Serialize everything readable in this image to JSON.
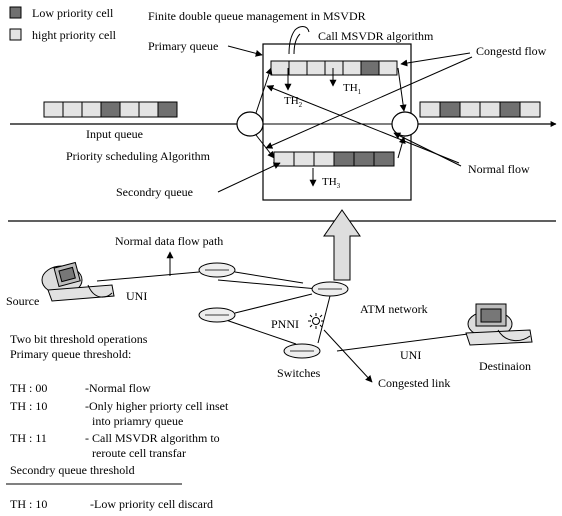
{
  "legend": {
    "low": {
      "label": "Low priority cell",
      "color": "#707070"
    },
    "high": {
      "label": "hight priority cell",
      "color": "#e4e4e4"
    }
  },
  "labels": {
    "title": "Finite double queue management in MSVDR",
    "call_algorithm": "Call MSVDR algorithm",
    "primary_queue": "Primary queue",
    "congested_flow": "Congestd flow",
    "input_queue": "Input queue",
    "priority_scheduling": "Priority scheduling Algorithm",
    "normal_flow": "Normal flow",
    "secondary_queue": "Secondry queue",
    "normal_data_flow_path": "Normal data flow path",
    "source": "Source",
    "uni_left": "UNI",
    "uni_right": "UNI",
    "atm_network": "ATM network",
    "pnni": "PNNI",
    "switches": "Switches",
    "congested_link": "Congested link",
    "destination": "Destinaion"
  },
  "thresholds": {
    "th1": {
      "main": "TH",
      "sub": "1"
    },
    "th2": {
      "main": "TH",
      "sub": "2"
    },
    "th3": {
      "main": "TH",
      "sub": "3"
    }
  },
  "queues": {
    "input": [
      "high",
      "high",
      "high",
      "low",
      "high",
      "high",
      "low"
    ],
    "primary": [
      "high",
      "high",
      "high",
      "high",
      "high",
      "low",
      "high"
    ],
    "secondary": [
      "high",
      "high",
      "high",
      "low",
      "low",
      "low"
    ],
    "output": [
      "high",
      "low",
      "high",
      "high",
      "low",
      "high"
    ]
  },
  "notes": {
    "heading1": "Two bit threshold operations",
    "heading2": "Primary queue threshold:",
    "rows": [
      {
        "code": "TH : 00",
        "desc": "-Normal flow",
        "cont": ""
      },
      {
        "code": "TH : 10",
        "desc": "-Only higher priorty cell inset",
        "cont": "into priamry queue"
      },
      {
        "code": "TH : 11",
        "desc": "- Call MSVDR algorithm to",
        "cont": "reroute cell transfar"
      }
    ],
    "heading3": "Secondry queue threshold",
    "rows2": [
      {
        "code": "TH : 10",
        "desc": "-Low priority cell discard"
      }
    ]
  }
}
